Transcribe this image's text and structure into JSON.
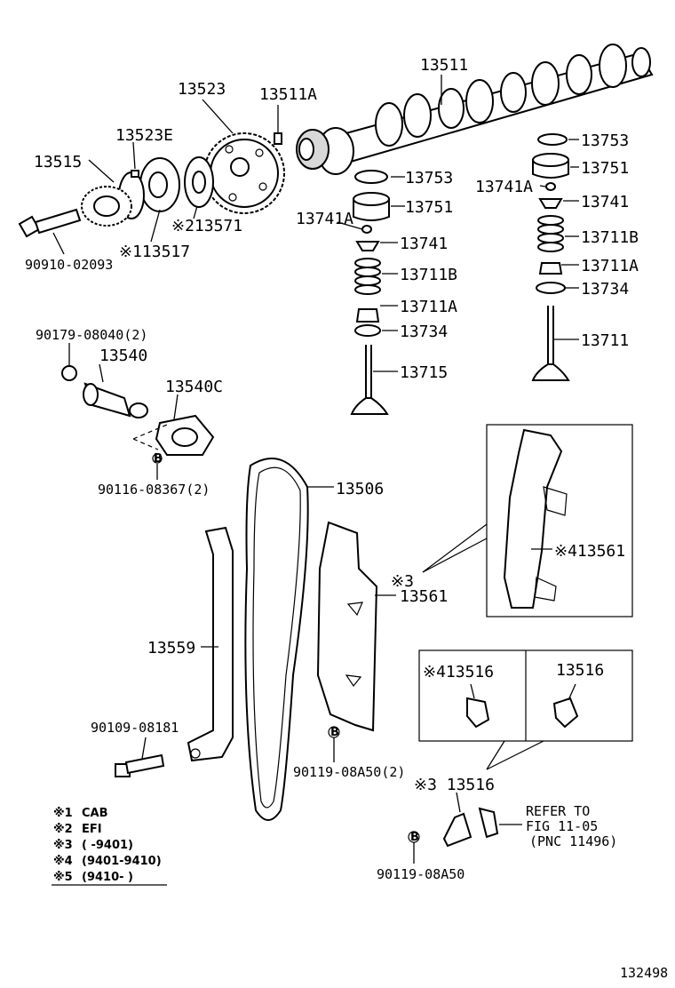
{
  "labels": {
    "p13511": "13511",
    "p13523": "13523",
    "p13511a": "13511A",
    "p13523e": "13523E",
    "p13515": "13515",
    "p13571": "※213571",
    "p13517": "※113517",
    "p90910": "90910-02093",
    "p13753_l": "13753",
    "p13751_l": "13751",
    "p13741a_l": "13741A",
    "p13741_l": "13741",
    "p13711b_l": "13711B",
    "p13711a_l": "13711A",
    "p13734_l": "13734",
    "p13715": "13715",
    "p13753_r": "13753",
    "p13751_r": "13751",
    "p13741a_r": "13741A",
    "p13741_r": "13741",
    "p13711b_r": "13711B",
    "p13711a_r": "13711A",
    "p13734_r": "13734",
    "p13711": "13711",
    "p90179": "90179-08040(2)",
    "p13540": "13540",
    "p13540c": "13540C",
    "p90116": "90116-08367(2)",
    "p13506": "13506",
    "p13561_inset": "※413561",
    "p13561_mark": "※3",
    "p13561": "13561",
    "p13559": "13559",
    "p13516_inset4": "※413516",
    "p13516_inset": "13516",
    "p90109": "90109-08181",
    "p90119_mid": "90119-08A50(2)",
    "p13516_main": "※3 13516",
    "p90119_bot": "90119-08A50",
    "refer1": "REFER TO",
    "refer2": "FIG 11-05",
    "refer3": "(PNC 11496)",
    "bolt_mark": "B",
    "fig_no": "132498"
  },
  "notes": [
    {
      "mark": "※1",
      "text": "CAB"
    },
    {
      "mark": "※2",
      "text": "EFI"
    },
    {
      "mark": "※3",
      "text": "(      -9401)"
    },
    {
      "mark": "※4",
      "text": "(9401-9410)"
    },
    {
      "mark": "※5",
      "text": "(9410-      )"
    }
  ]
}
